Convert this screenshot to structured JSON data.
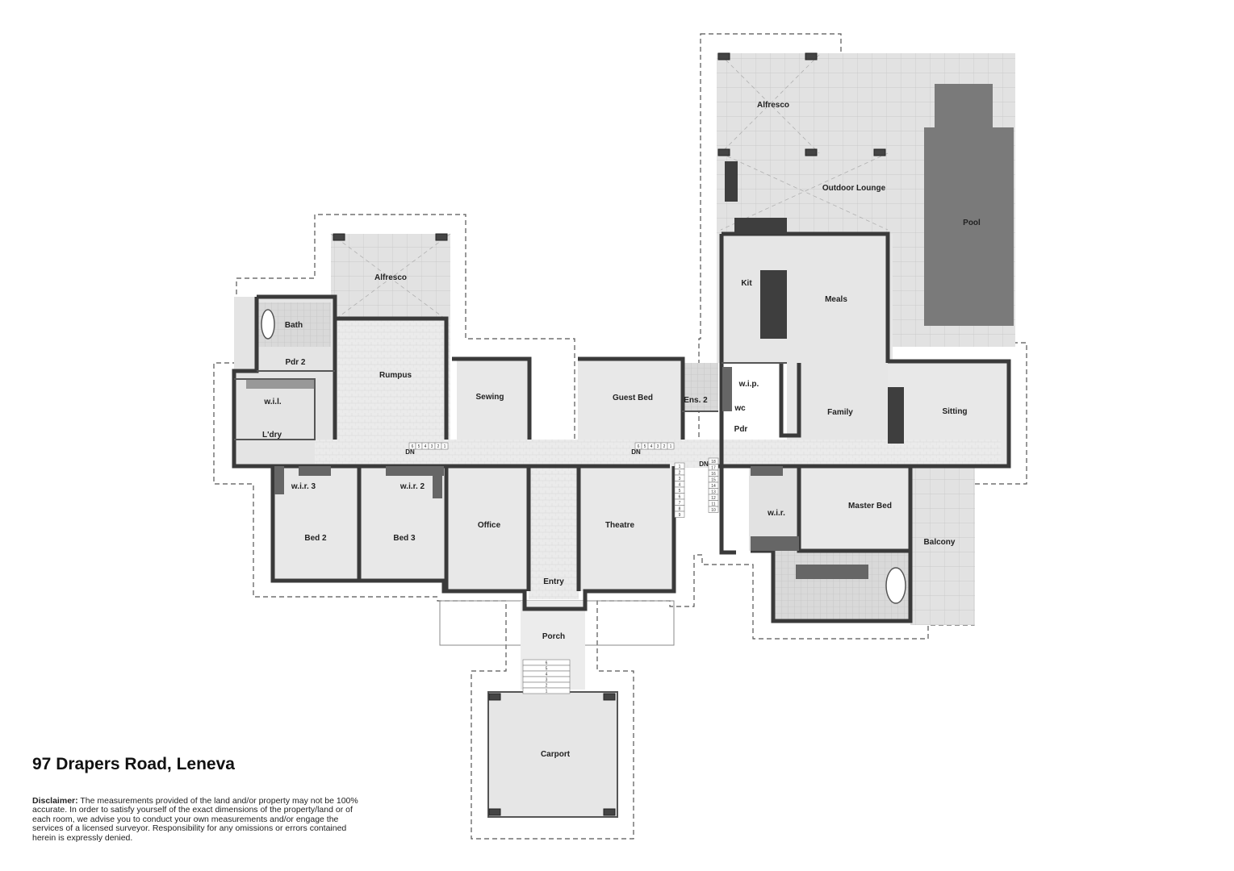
{
  "property": {
    "address": "97 Drapers Road, Leneva"
  },
  "disclaimer": {
    "label": "Disclaimer:",
    "text": "The measurements provided of the land and/or property may not be 100% accurate. In order to satisfy yourself of the exact dimensions of the property/land or of each room, we advise you to conduct your own measurements and/or engage the services of a licensed surveyor. Responsibility for any omissions or errors contained herein is expressly denied."
  },
  "rooms": {
    "alfresco_left": "Alfresco",
    "alfresco_right": "Alfresco",
    "outdoor_lounge": "Outdoor Lounge",
    "pool": "Pool",
    "kit": "Kit",
    "meals": "Meals",
    "bath": "Bath",
    "pdr2": "Pdr 2",
    "rumpus": "Rumpus",
    "sewing": "Sewing",
    "guest_bed": "Guest Bed",
    "ens2": "Ens. 2",
    "wip": "w.i.p.",
    "wc": "wc",
    "pdr": "Pdr",
    "family": "Family",
    "sitting": "Sitting",
    "wil": "w.i.l.",
    "ldry": "L'dry",
    "wir3": "w.i.r. 3",
    "wir2": "w.i.r. 2",
    "bed2": "Bed 2",
    "bed3": "Bed 3",
    "office": "Office",
    "theatre": "Theatre",
    "entry": "Entry",
    "wir": "w.i.r.",
    "master_bed": "Master Bed",
    "balcony": "Balcony",
    "porch": "Porch",
    "carport": "Carport"
  },
  "stairs": {
    "dn_label": "DN",
    "left_steps": [
      "6",
      "5",
      "4",
      "3",
      "2",
      "1"
    ],
    "mid_steps": [
      "6",
      "5",
      "4",
      "3",
      "2",
      "1"
    ],
    "right_steps_col1": [
      "1",
      "2",
      "3",
      "4",
      "5",
      "6",
      "7",
      "8",
      "9"
    ],
    "right_steps_col2": [
      "18",
      "17",
      "16",
      "15",
      "14",
      "13",
      "12",
      "11",
      "10"
    ],
    "porch_steps": [
      "6",
      "5",
      "4",
      "3",
      "2",
      "1"
    ]
  },
  "colors": {
    "wall": "#3a3a3a",
    "floor": "#ececec",
    "pool": "#7a7a7a",
    "outdoor": "#dedede"
  }
}
